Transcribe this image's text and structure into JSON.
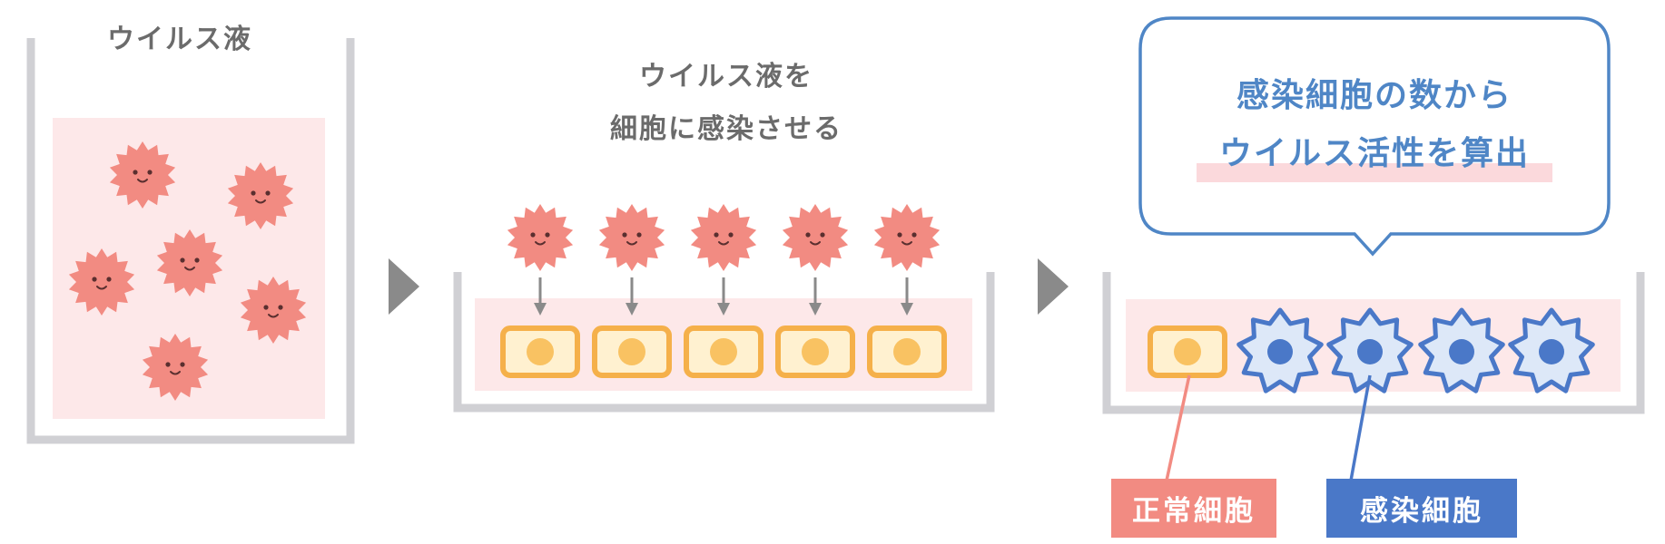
{
  "step1": {
    "title": "ウイルス液"
  },
  "step2": {
    "line1": "ウイルス液を",
    "line2": "細胞に感染させる"
  },
  "step3": {
    "bubble_line1": "感染細胞の数から",
    "bubble_line2": "ウイルス活性を算出",
    "normal_cell_label": "正常細胞",
    "infected_cell_label": "感染細胞"
  },
  "colors": {
    "virus": "#f28b82",
    "liquid": "#fde8e9",
    "container": "#d0d0d4",
    "arrow": "#8a8a8a",
    "cell_border": "#f5b04a",
    "cell_fill": "#fff1d0",
    "nucleus": "#f9c262",
    "infected": "#4a78c8",
    "bubble": "#4f86c6",
    "normal_tag": "#f28b82",
    "infected_tag": "#4a78c8"
  }
}
